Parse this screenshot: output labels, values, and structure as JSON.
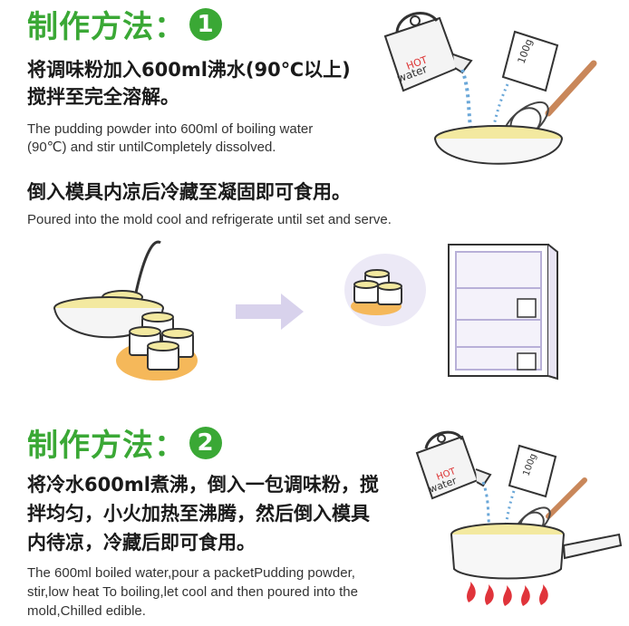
{
  "step1": {
    "heading": "制作方法：",
    "number": "1",
    "cn_line1": "将调味粉加入600ml沸水(90℃以上)",
    "cn_line2": "搅拌至完全溶解。",
    "en_line1": "The pudding powder into 600ml of boiling water",
    "en_line2": "(90℃) and stir untilCompletely dissolved.",
    "cn_line3": "倒入模具内凉后冷藏至凝固即可食用。",
    "en_line3": "Poured into the mold cool and refrigerate until set and serve.",
    "kettle_label_top": "HOT",
    "kettle_label_bottom": "water",
    "packet_label": "100g"
  },
  "step2": {
    "heading": "制作方法：",
    "number": "2",
    "cn_line1": "将冷水600ml煮沸，倒入一包调味粉，搅",
    "cn_line2": "拌均匀，小火加热至沸腾，然后倒入模具",
    "cn_line3": "内待凉，冷藏后即可食用。",
    "en_line1": "The 600ml boiled water,pour a packetPudding powder,",
    "en_line2": "stir,low heat To boiling,let cool and then poured into the",
    "en_line3": "mold,Chilled edible.",
    "kettle_label_top": "HOT",
    "kettle_label_bottom": "water",
    "packet_label": "100g"
  },
  "colors": {
    "heading_green": "#3aa835",
    "pudding_yellow": "#f3e9a0",
    "tray_orange": "#f5b85a",
    "fridge_purple": "#b8b0d8",
    "flame_red": "#e0343b",
    "water_blue": "#6aa7d8"
  }
}
